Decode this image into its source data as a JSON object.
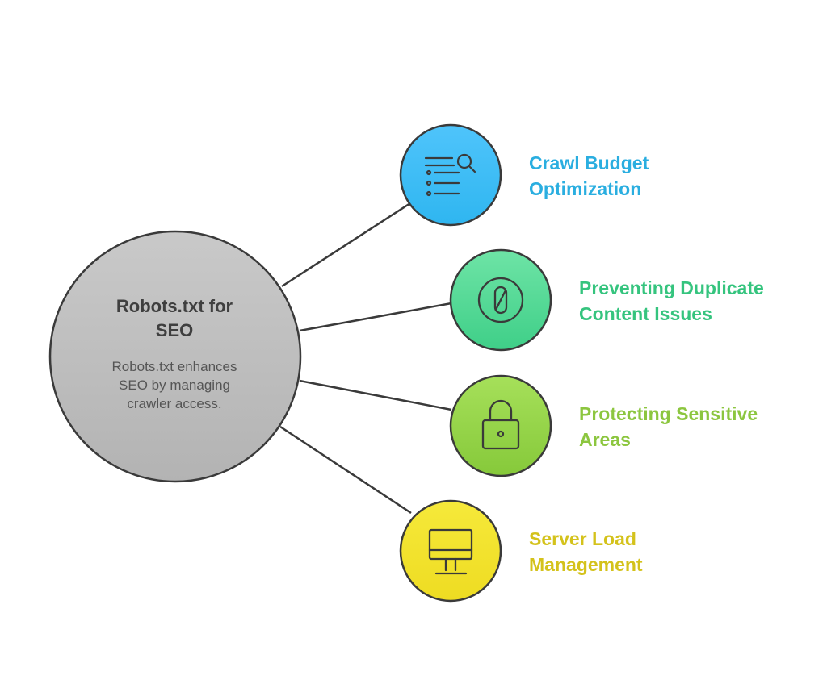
{
  "hub": {
    "title": "Robots.txt for\nSEO",
    "description": "Robots.txt enhances\nSEO by managing\ncrawler access."
  },
  "nodes": [
    {
      "label": "Crawl Budget\nOptimization",
      "icon": "list-search-icon",
      "color": "#2aaee0",
      "fill_top": "#4fc4fb",
      "fill_bottom": "#2fb6f0"
    },
    {
      "label": "Preventing Duplicate\nContent Issues",
      "icon": "no-duplicate-icon",
      "color": "#35c47e",
      "fill_top": "#6ee4a6",
      "fill_bottom": "#3fcf88"
    },
    {
      "label": "Protecting Sensitive\nAreas",
      "icon": "padlock-icon",
      "color": "#8cc63f",
      "fill_top": "#a6e05a",
      "fill_bottom": "#86c93a"
    },
    {
      "label": "Server Load\nManagement",
      "icon": "monitor-icon",
      "color": "#d4c21b",
      "fill_top": "#f6e93a",
      "fill_bottom": "#eedc22"
    }
  ],
  "colors": {
    "hub_fill_top": "#c9c9c9",
    "hub_fill_bottom": "#b3b3b3",
    "outline": "#3a3a3a"
  }
}
